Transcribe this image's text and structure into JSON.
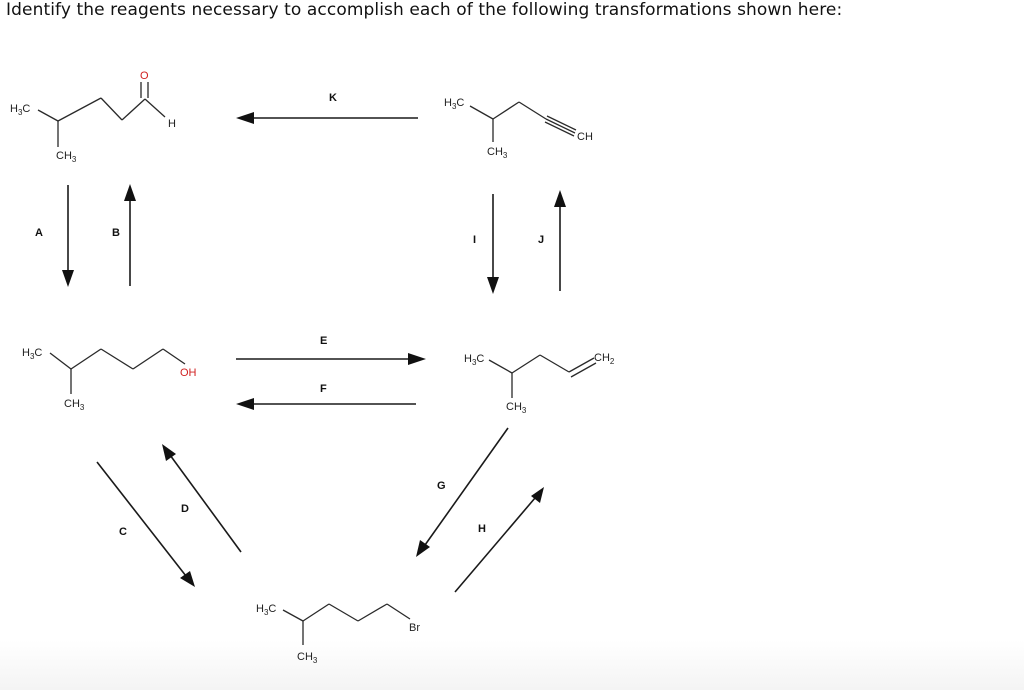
{
  "question": "Identify the reagents necessary to accomplish each of the following transformations shown here:",
  "molecules": {
    "aldehyde": {
      "h3c": "H",
      "h3c_sub": "3",
      "h3c_c": "C",
      "ch3": "CH",
      "ch3_sub": "3",
      "o": "O",
      "h": "H"
    },
    "alkyne": {
      "h3c": "H",
      "h3c_sub": "3",
      "h3c_c": "C",
      "ch3": "CH",
      "ch3_sub": "3",
      "ch": "CH"
    },
    "alcohol": {
      "h3c": "H",
      "h3c_sub": "3",
      "h3c_c": "C",
      "ch3": "CH",
      "ch3_sub": "3",
      "oh": "OH"
    },
    "alkene": {
      "h3c": "H",
      "h3c_sub": "3",
      "h3c_c": "C",
      "ch3": "CH",
      "ch3_sub": "3",
      "ch2": "CH",
      "ch2_sub": "2"
    },
    "bromide": {
      "h3c": "H",
      "h3c_sub": "3",
      "h3c_c": "C",
      "ch3": "CH",
      "ch3_sub": "3",
      "br": "Br"
    }
  },
  "arrow_labels": {
    "A": "A",
    "B": "B",
    "C": "C",
    "D": "D",
    "E": "E",
    "F": "F",
    "G": "G",
    "H": "H",
    "I": "I",
    "J": "J",
    "K": "K"
  }
}
